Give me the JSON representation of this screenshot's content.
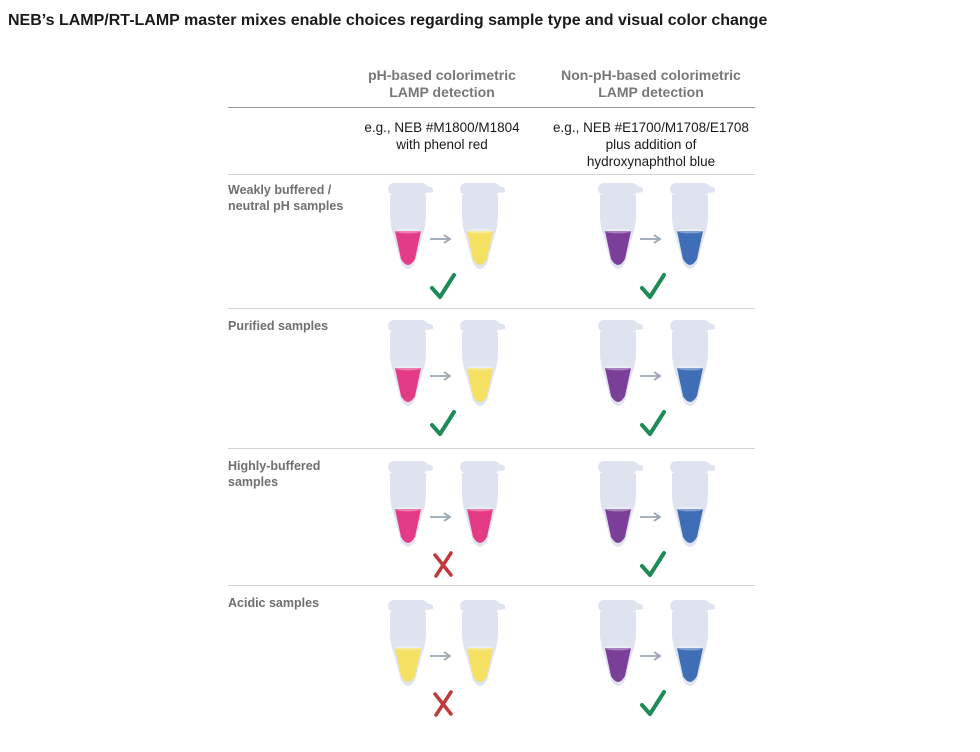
{
  "title": "NEB’s LAMP/RT-LAMP master mixes enable choices regarding sample type and visual color change",
  "columns": [
    {
      "heading_line1": "pH-based colorimetric",
      "heading_line2": "LAMP detection",
      "desc_line1": "e.g., NEB #M1800/M1804",
      "desc_line2": "with phenol red",
      "desc_line3": ""
    },
    {
      "heading_line1": "Non-pH-based colorimetric",
      "heading_line2": "LAMP detection",
      "desc_line1": "e.g., NEB #E1700/M1708/E1708",
      "desc_line2": "plus addition of",
      "desc_line3": "hydroxynaphthol blue"
    }
  ],
  "rows": [
    {
      "label_line1": "Weakly buffered /",
      "label_line2": "neutral pH samples",
      "cells": [
        {
          "before": "pink",
          "after": "yellow",
          "result": "check"
        },
        {
          "before": "purple",
          "after": "blue",
          "result": "check"
        }
      ]
    },
    {
      "label_line1": "Purified samples",
      "label_line2": "",
      "cells": [
        {
          "before": "pink",
          "after": "yellow",
          "result": "check"
        },
        {
          "before": "purple",
          "after": "blue",
          "result": "check"
        }
      ]
    },
    {
      "label_line1": "Highly-buffered",
      "label_line2": "samples",
      "cells": [
        {
          "before": "pink",
          "after": "pink",
          "result": "cross"
        },
        {
          "before": "purple",
          "after": "blue",
          "result": "check"
        }
      ]
    },
    {
      "label_line1": "Acidic samples",
      "label_line2": "",
      "cells": [
        {
          "before": "yellow",
          "after": "yellow",
          "result": "cross"
        },
        {
          "before": "purple",
          "after": "blue",
          "result": "check"
        }
      ]
    }
  ],
  "colors": {
    "pink": "#e43b86",
    "yellow": "#f4e162",
    "purple": "#7b3f9a",
    "blue": "#3f6eb6",
    "tube": "#dfe3ef",
    "arrow": "#9aa6b4",
    "check": "#1e8a55",
    "cross": "#c0393b"
  },
  "icons": {
    "check": "check-mark-icon",
    "cross": "cross-mark-icon",
    "arrow": "arrow-right-icon",
    "tube": "test-tube-icon"
  }
}
